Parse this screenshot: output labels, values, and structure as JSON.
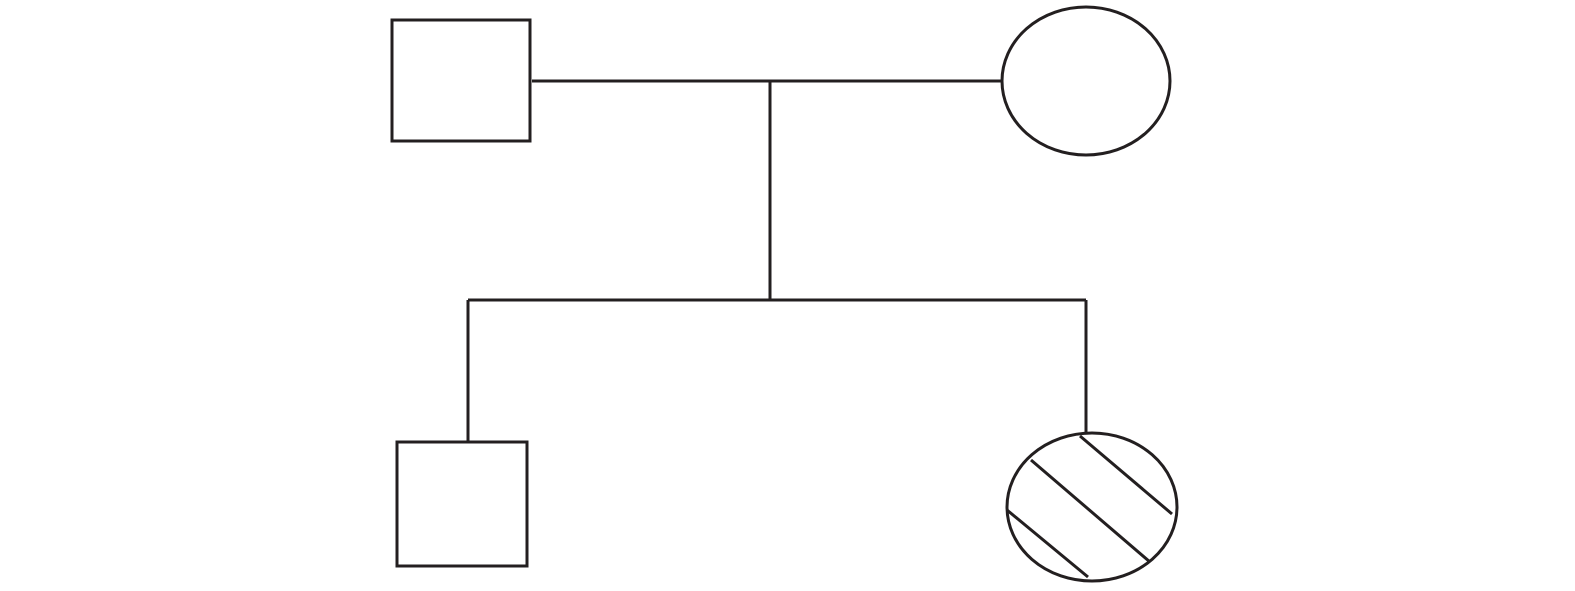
{
  "diagram": {
    "type": "pedigree",
    "individuals": [
      {
        "role": "father",
        "sex": "male",
        "shape": "square",
        "affected": false
      },
      {
        "role": "mother",
        "sex": "female",
        "shape": "circle",
        "affected": false
      },
      {
        "role": "son",
        "sex": "male",
        "shape": "square",
        "affected": false
      },
      {
        "role": "daughter",
        "sex": "female",
        "shape": "circle",
        "affected": true,
        "fill": "hatched"
      }
    ],
    "colors": {
      "line": "#231f20",
      "background": "#ffffff"
    }
  }
}
